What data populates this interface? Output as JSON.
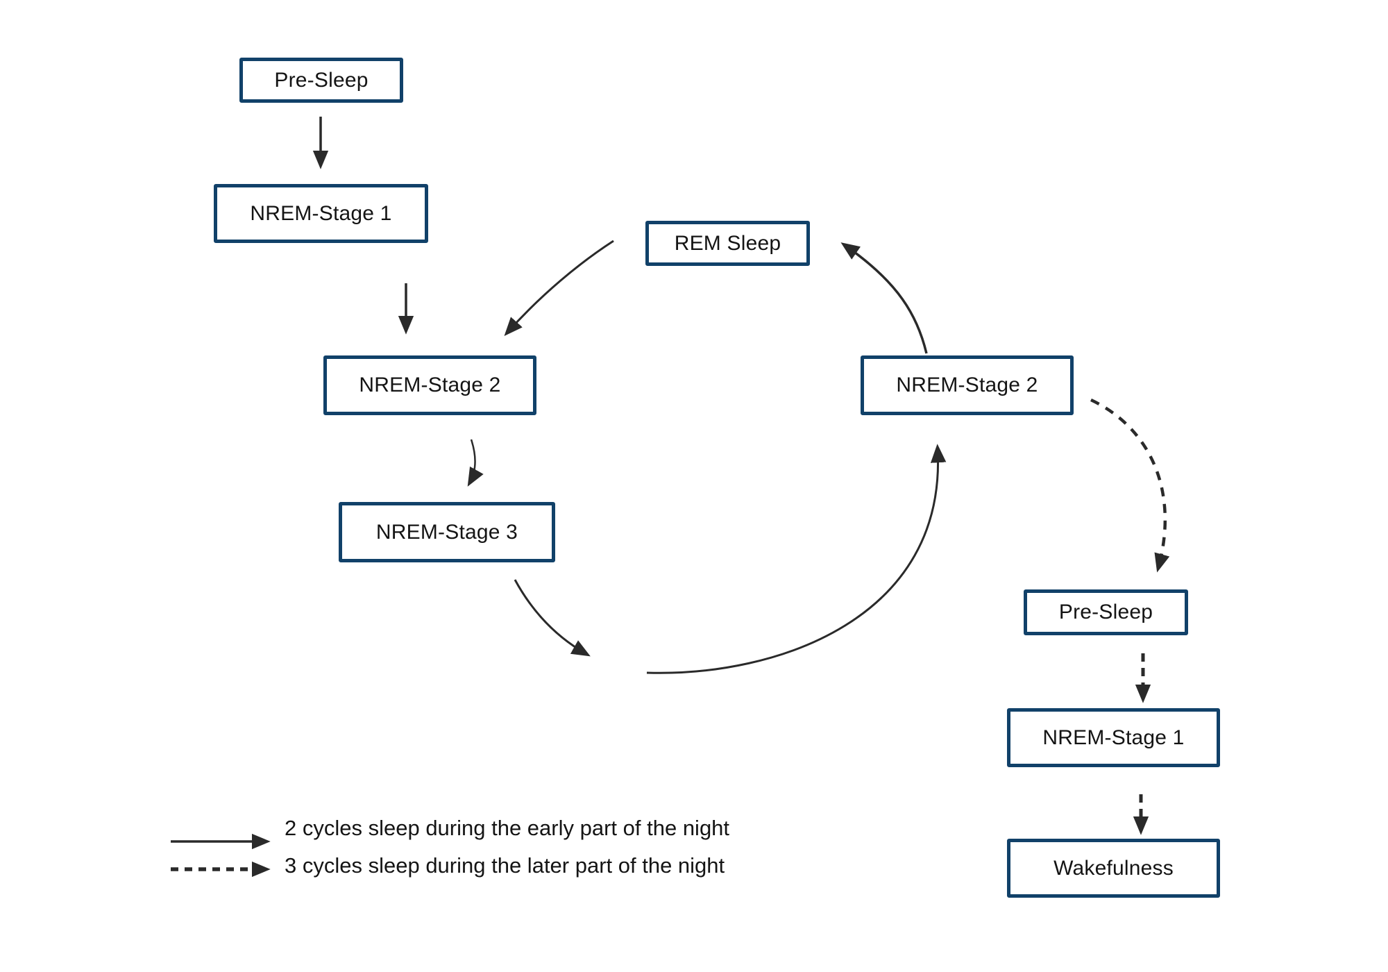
{
  "colors": {
    "background": "#ffffff",
    "box_border": "#114169",
    "ink": "#2a2a2a",
    "text": "#141414"
  },
  "nodes": [
    {
      "id": "pre-sleep-early",
      "label": "Pre-Sleep"
    },
    {
      "id": "nrem-stage-1-early",
      "label": "NREM-Stage 1"
    },
    {
      "id": "nrem-stage-2-early",
      "label": "NREM-Stage 2"
    },
    {
      "id": "nrem-stage-3",
      "label": "NREM-Stage 3"
    },
    {
      "id": "rem-sleep",
      "label": "REM Sleep"
    },
    {
      "id": "nrem-stage-2-late",
      "label": "NREM-Stage 2"
    },
    {
      "id": "pre-sleep-late",
      "label": "Pre-Sleep"
    },
    {
      "id": "nrem-stage-1-late",
      "label": "NREM-Stage 1"
    },
    {
      "id": "wakefulness",
      "label": "Wakefulness"
    }
  ],
  "legend": {
    "items": [
      {
        "style": "solid",
        "label": "2 cycles sleep during the early part of the night"
      },
      {
        "style": "dashed",
        "label": "3 cycles sleep during the later part of the night"
      }
    ]
  }
}
